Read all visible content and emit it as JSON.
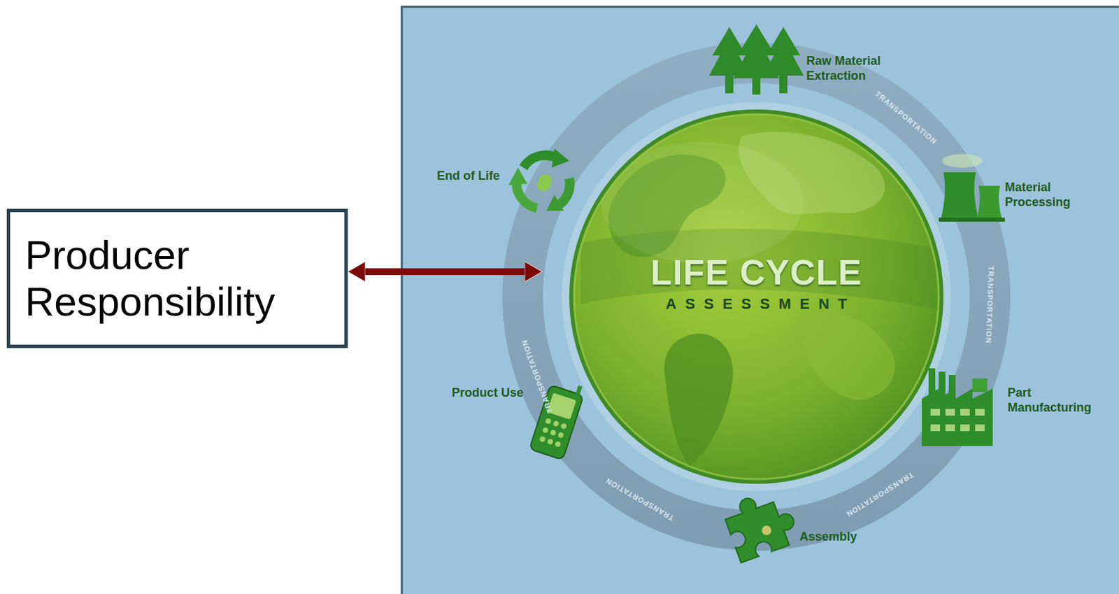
{
  "diagram": {
    "nodes": [
      {
        "text": [
          "Producer Responsibility"
        ]
      },
      {
        "text": [
          "LIFE CYCLE",
          "ASSESSMENT"
        ]
      }
    ],
    "edges": [
      {
        "from": 0,
        "to": 1,
        "arrow": "both"
      }
    ],
    "labels": [
      "Raw Material Extraction",
      "Material Processing",
      "Part Manufacturing",
      "Assembly",
      "Product Use",
      "End of Life",
      "TRANSPORTATION",
      "TRANSPORTATION",
      "TRANSPORTATION",
      "TRANSPORTATION",
      "TRANSPORTATION"
    ]
  }
}
